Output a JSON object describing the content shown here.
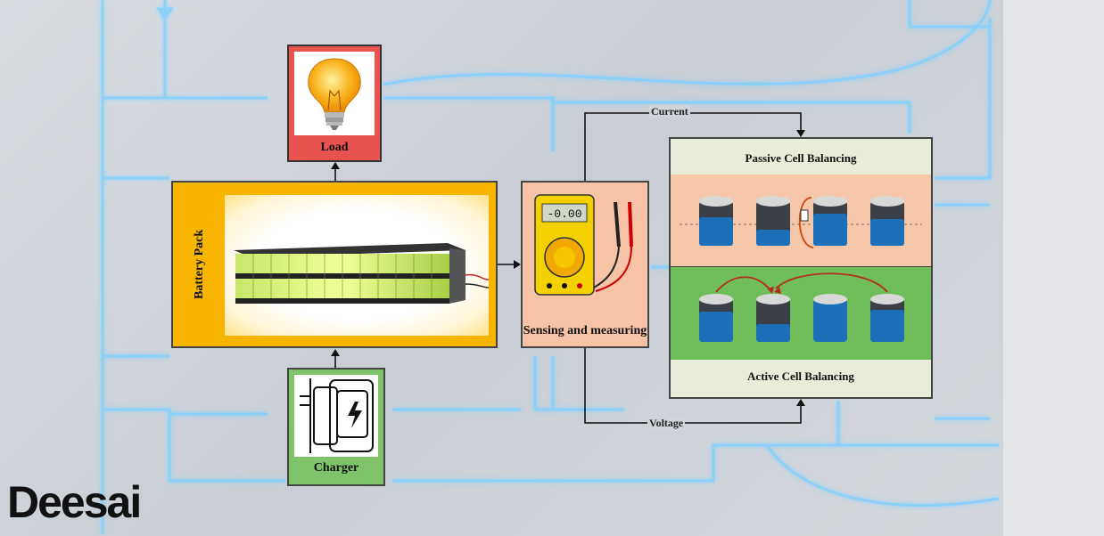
{
  "diagram": {
    "load": {
      "label": "Load",
      "icon": "light-bulb-icon"
    },
    "battery_pack": {
      "label": "Battery Pack",
      "icon": "battery-cells-icon"
    },
    "sensing": {
      "label": "Sensing and measuring",
      "icon": "multimeter-icon",
      "meter_reading": "-0.00"
    },
    "charger": {
      "label": "Charger",
      "icon": "charger-plug-icon"
    },
    "balancing": {
      "passive_label": "Passive Cell Balancing",
      "active_label": "Active Cell Balancing"
    },
    "flows": {
      "current_label": "Current",
      "voltage_label": "Voltage"
    }
  },
  "logo": {
    "text_dee": "Dee",
    "text_sai": "sai"
  },
  "colors": {
    "load": "#e8534f",
    "battery": "#f7b500",
    "sensing": "#f6c3a6",
    "charger": "#7fc36a",
    "passive": "#f6c6a8",
    "active": "#6fbe59",
    "circuit_glow": "#6fc8ff"
  }
}
